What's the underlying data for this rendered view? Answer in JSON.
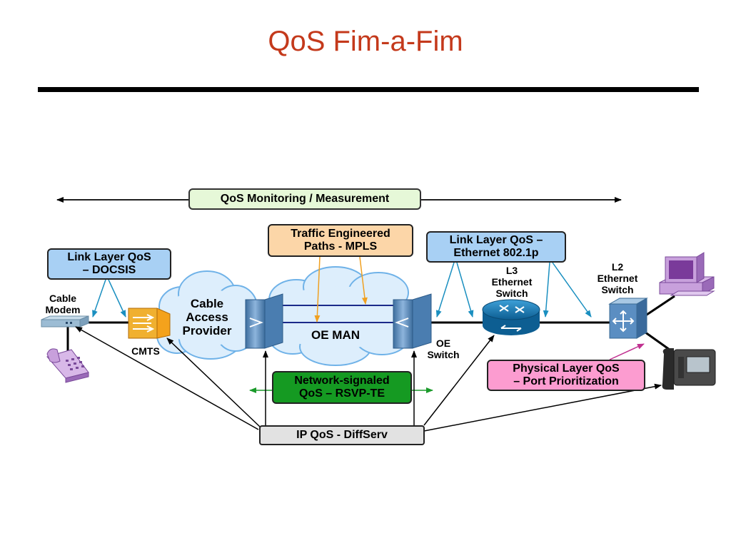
{
  "title": "QoS Fim-a-Fim",
  "boxes": {
    "monitoring": "QoS Monitoring / Measurement",
    "mpls": "Traffic Engineered\nPaths - MPLS",
    "docsis": "Link Layer QoS\n– DOCSIS",
    "ethernet": "Link Layer QoS –\nEthernet 802.1p",
    "rsvp": "Network-signaled\nQoS – RSVP-TE",
    "physical": "Physical Layer QoS\n– Port Prioritization",
    "diffserv": "IP QoS - DiffServ"
  },
  "labels": {
    "cable_modem": "Cable\nModem",
    "cmts": "CMTS",
    "cable_provider": "Cable\nAccess\nProvider",
    "oe_man": "OE MAN",
    "oe_switch": "OE\nSwitch",
    "l3_switch": "L3\nEthernet\nSwitch",
    "l2_switch": "L2\nEthernet\nSwitch"
  },
  "colors": {
    "title": "#c4391b",
    "monitoring_fill": "#e6f8d8",
    "mpls_fill": "#fcd6a8",
    "link_layer_fill": "#a8d0f4",
    "rsvp_fill": "#159a22",
    "physical_fill": "#fc9cd0",
    "diffserv_fill": "#e2e2e2",
    "cloud_fill": "#ddeefc",
    "switch_fill": "#5b8ec2"
  }
}
